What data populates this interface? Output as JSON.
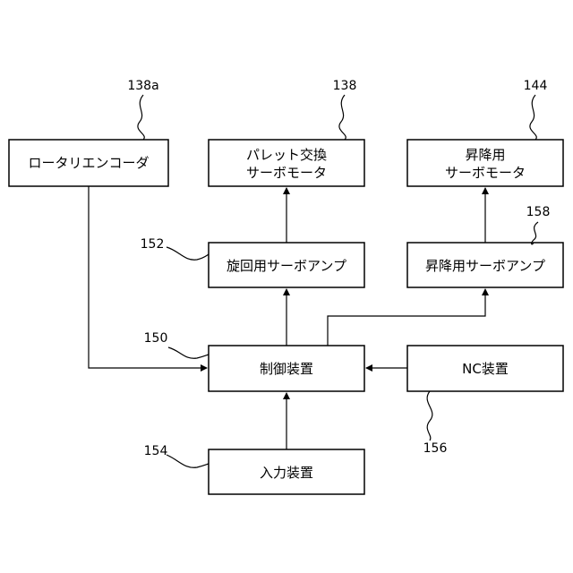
{
  "blocks": {
    "rotary_encoder": {
      "label": "ロータリエンコーダ",
      "ref": "138a"
    },
    "pallet_servo": {
      "line1": "パレット交換",
      "line2": "サーボモータ",
      "ref": "138"
    },
    "lift_servo": {
      "line1": "昇降用",
      "line2": "サーボモータ",
      "ref": "144"
    },
    "swivel_amp": {
      "label": "旋回用サーボアンプ",
      "ref": "152"
    },
    "lift_amp": {
      "label": "昇降用サーボアンプ",
      "ref": "158"
    },
    "controller": {
      "label": "制御装置",
      "ref": "150"
    },
    "nc_device": {
      "label": "NC装置",
      "ref": "156"
    },
    "input_device": {
      "label": "入力装置",
      "ref": "154"
    }
  }
}
